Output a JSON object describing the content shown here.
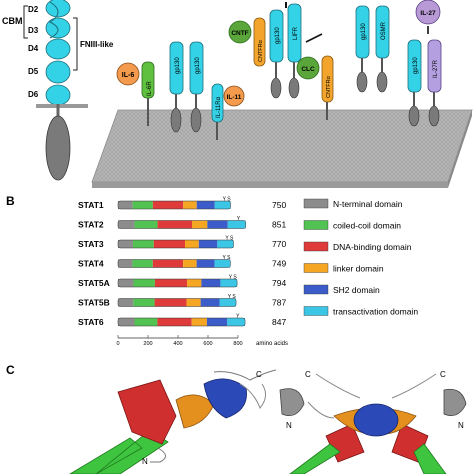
{
  "panels": {
    "a_top": {
      "cbm": "CBM",
      "fniii": "FNIII-like",
      "domains": [
        "D2",
        "D3",
        "D4",
        "D5",
        "D6"
      ],
      "ligands": {
        "il6": "IL-6",
        "il11": "IL-11",
        "cntf": "CNTF",
        "clc": "CLC",
        "il27": "IL-27"
      },
      "receptors": {
        "il6r": "IL-6R",
        "gp130": "gp130",
        "il11r": "IL-11Rα",
        "cntfr": "CNTFRα",
        "lifr": "LIFR",
        "osmr": "OSMR",
        "il27r": "IL-27R"
      },
      "colors": {
        "ligand_il6": "#f39a4c",
        "ligand_il11": "#f39a4c",
        "ligand_cntf": "#5aa63a",
        "ligand_clc": "#5aa63a",
        "ligand_il27": "#b79ad6",
        "receptor_cyan": "#34d2e6",
        "receptor_green": "#5fbf3f",
        "receptor_orange": "#f2a42c",
        "receptor_purple": "#b4a0e0"
      }
    },
    "b": {
      "label": "B",
      "rows": [
        {
          "name": "STAT1",
          "len": 750,
          "marks": "Y S"
        },
        {
          "name": "STAT2",
          "len": 851,
          "marks": "Y"
        },
        {
          "name": "STAT3",
          "len": 770,
          "marks": "Y S"
        },
        {
          "name": "STAT4",
          "len": 749,
          "marks": "Y S"
        },
        {
          "name": "STAT5A",
          "len": 794,
          "marks": "Y S"
        },
        {
          "name": "STAT5B",
          "len": 787,
          "marks": "Y S"
        },
        {
          "name": "STAT6",
          "len": 847,
          "marks": "Y"
        }
      ],
      "legend": [
        {
          "label": "N-terminal domain",
          "color": "#8c8c8c"
        },
        {
          "label": "coiled-coil domain",
          "color": "#52c352"
        },
        {
          "label": "DNA-binding domain",
          "color": "#e03b3b"
        },
        {
          "label": "linker domain",
          "color": "#f5a623"
        },
        {
          "label": "SH2 domain",
          "color": "#3c5cc9"
        },
        {
          "label": "transactivation domain",
          "color": "#3cc6e6"
        }
      ],
      "axis": {
        "ticks": [
          "0",
          "200",
          "400",
          "600",
          "800"
        ],
        "unit": "amino acids"
      }
    },
    "c": {
      "label": "C",
      "chain_labels": {
        "left_c": "C",
        "left_n": "N",
        "right_c1": "C",
        "right_c2": "C",
        "right_n1": "N",
        "right_n2": "N"
      }
    }
  }
}
